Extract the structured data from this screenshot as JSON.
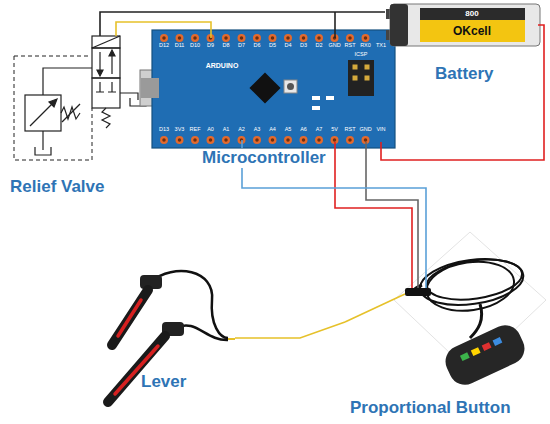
{
  "diagram": {
    "nodes": [
      {
        "text": [
          "Relief Valve"
        ]
      },
      {
        "text": [
          "Microcontroller"
        ]
      },
      {
        "text": [
          "Battery"
        ]
      },
      {
        "text": [
          "Lever"
        ]
      },
      {
        "text": [
          "Proportional Button"
        ]
      }
    ],
    "edges": [
      {
        "from": 0,
        "to": 1,
        "arrow": "none"
      },
      {
        "from": 1,
        "to": 2,
        "arrow": "none"
      },
      {
        "from": 0,
        "to": 2,
        "arrow": "none"
      },
      {
        "from": 1,
        "to": 4,
        "arrow": "none"
      },
      {
        "from": 3,
        "to": 4,
        "arrow": "none"
      }
    ],
    "labels": [
      "D12",
      "D11",
      "D10",
      "D9",
      "D8",
      "D7",
      "D6",
      "D5",
      "D4",
      "D3",
      "D2",
      "GND",
      "RST",
      "RX0",
      "TX1",
      "D13",
      "3V3",
      "REF",
      "A0",
      "A1",
      "A2",
      "A3",
      "A4",
      "A5",
      "A6",
      "A7",
      "5V",
      "RST",
      "GND",
      "VIN",
      "ARDUINO",
      "ICSP",
      "OKcell",
      "800"
    ]
  }
}
